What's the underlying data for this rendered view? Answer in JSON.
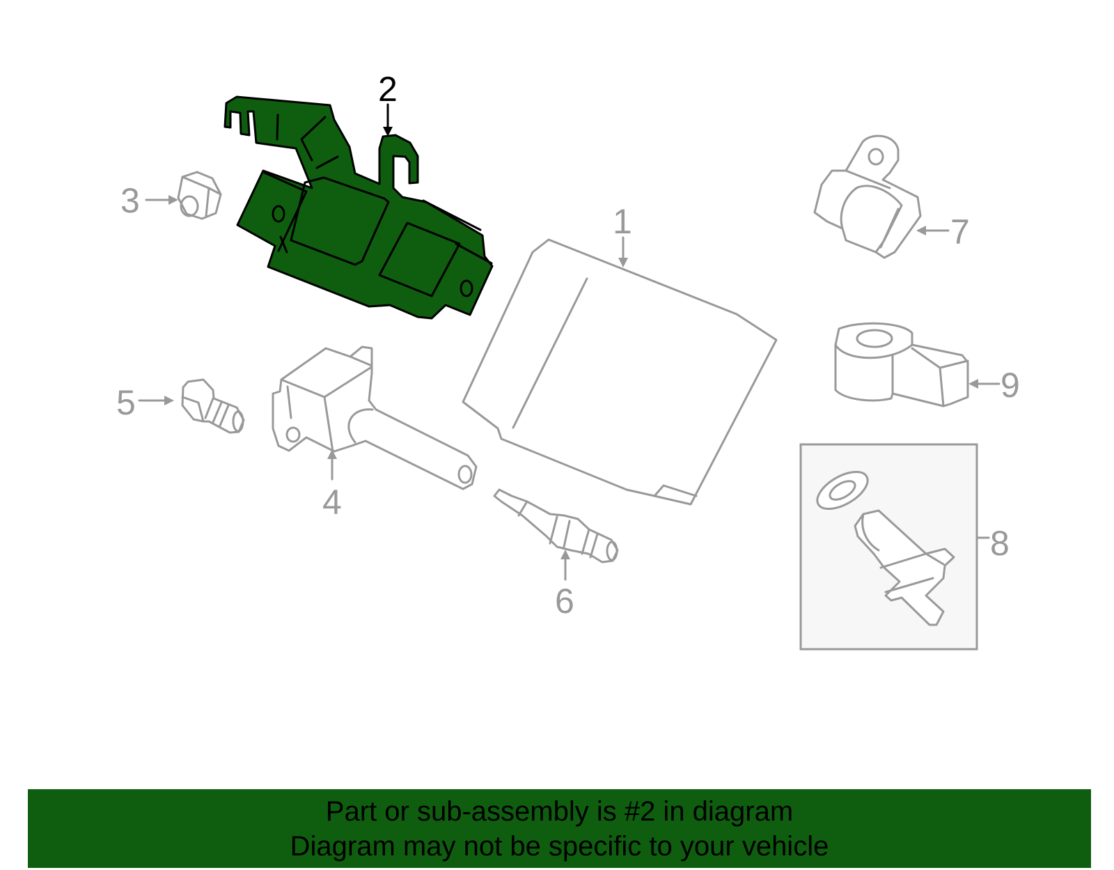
{
  "diagram": {
    "highlight_color": "#0f5e0f",
    "line_color": "#999999",
    "callouts": {
      "c1": "1",
      "c2": "2",
      "c3": "3",
      "c4": "4",
      "c5": "5",
      "c6": "6",
      "c7": "7",
      "c8": "8",
      "c9": "9"
    }
  },
  "banner": {
    "line1": "Part or sub-assembly is #2 in diagram",
    "line2": "Diagram may not be specific to your vehicle"
  }
}
